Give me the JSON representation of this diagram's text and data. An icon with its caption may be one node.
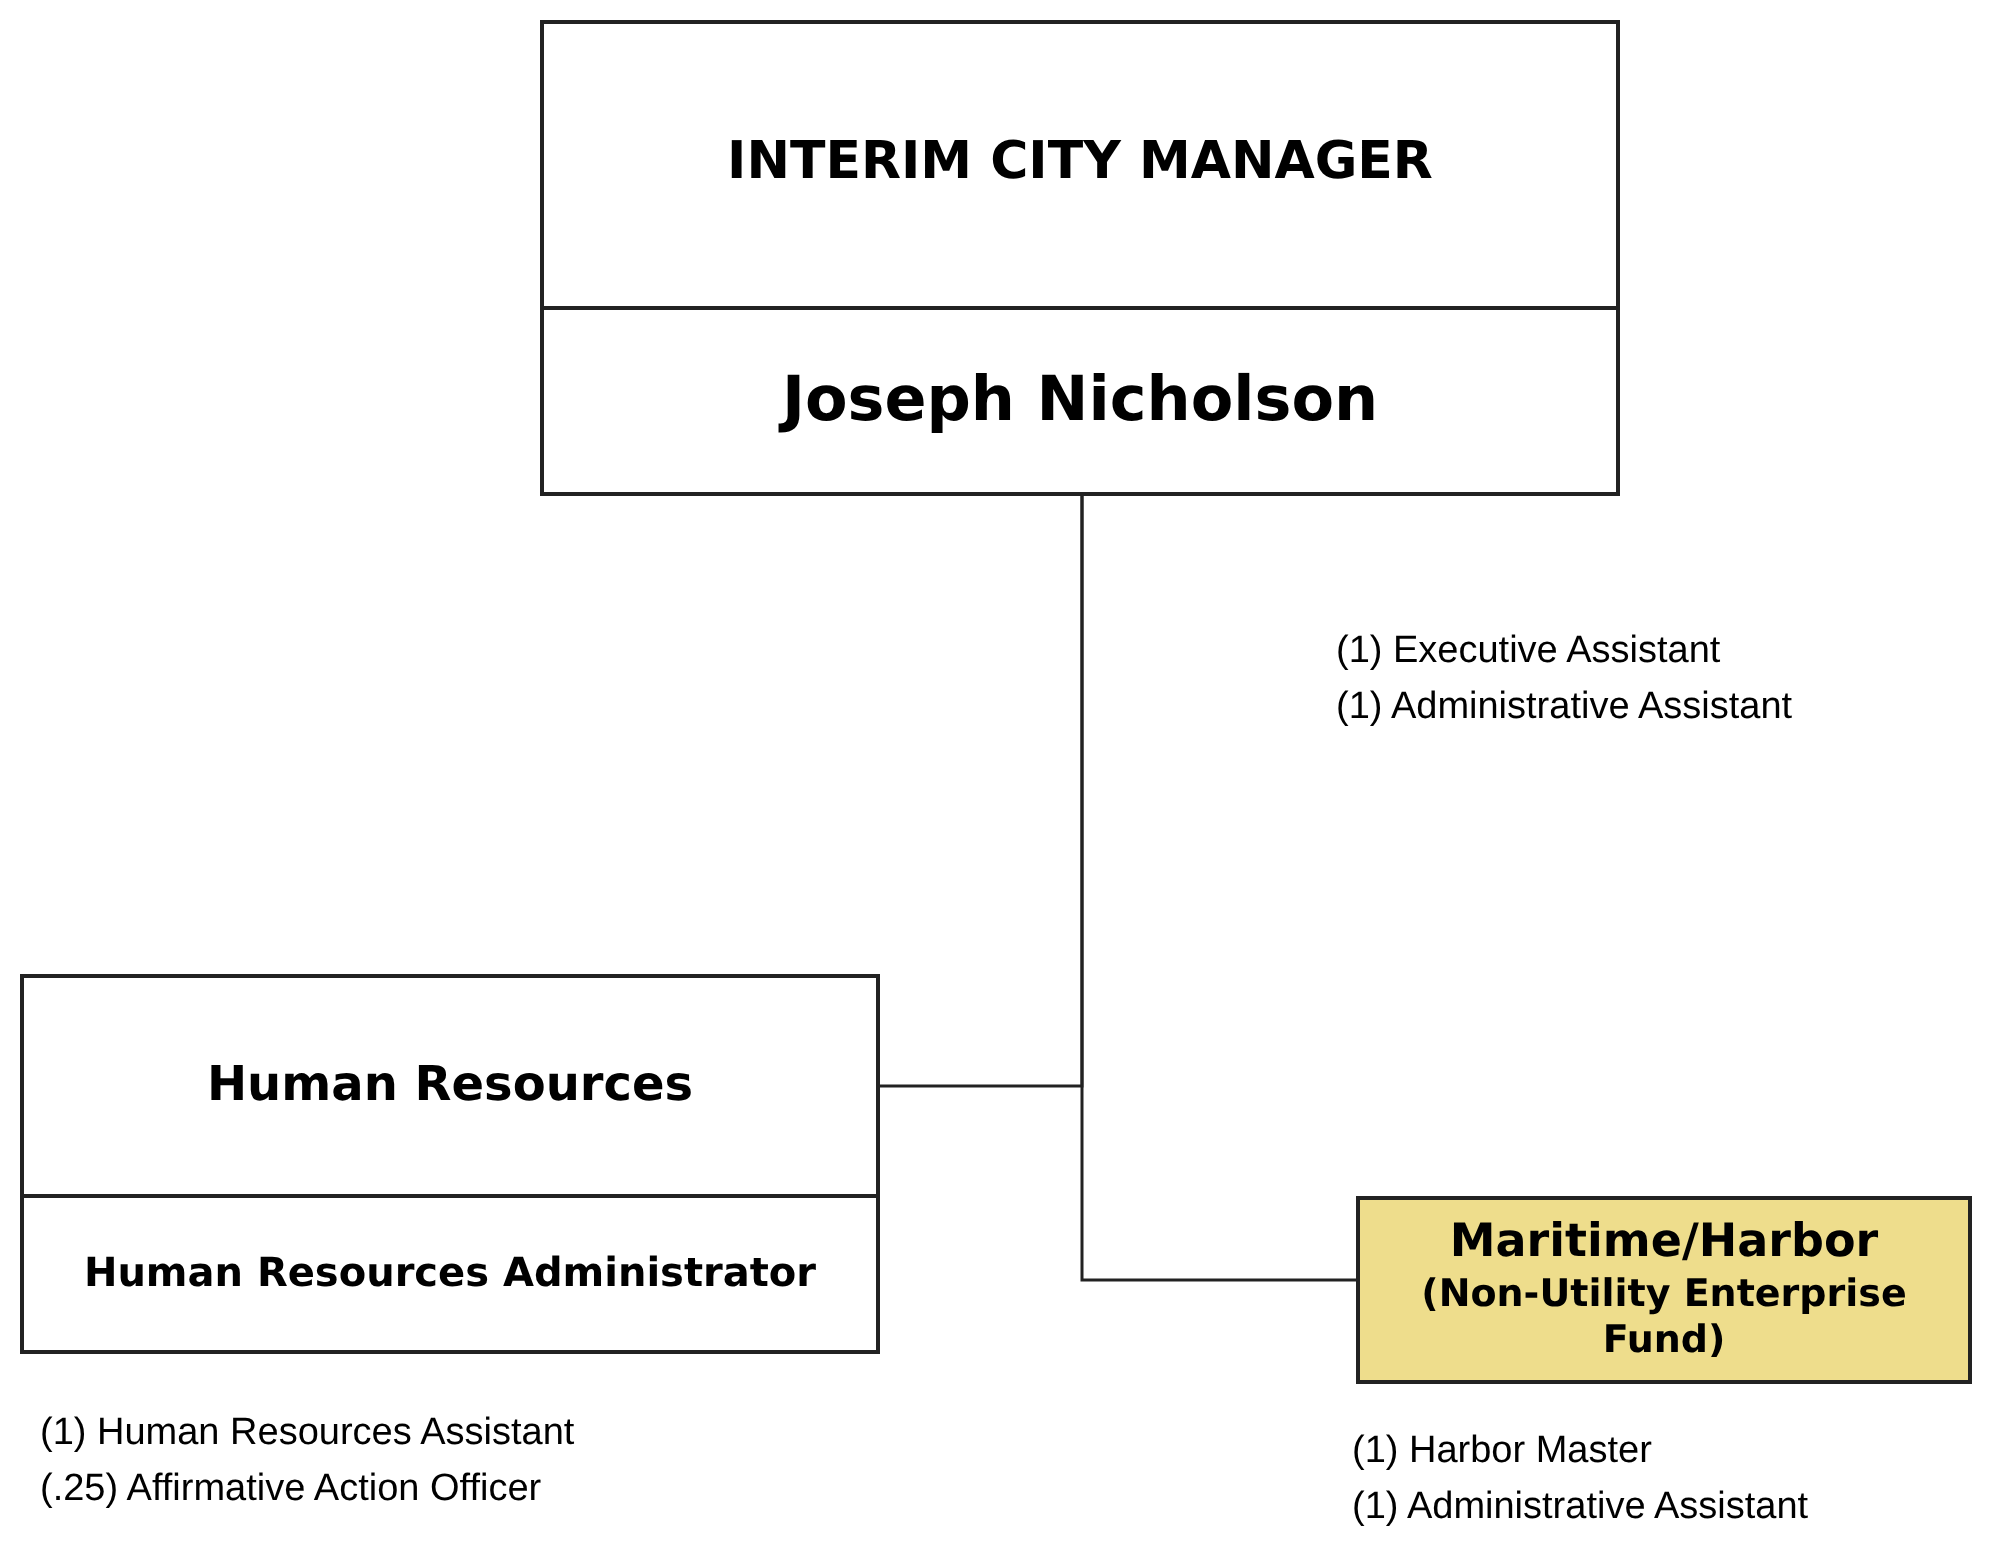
{
  "diagram": {
    "nodes": [
      {
        "text": [
          "INTERIM CITY MANAGER",
          "Joseph Nicholson"
        ],
        "beside": [
          "(1) Executive Assistant",
          "(1) Administrative Assistant"
        ]
      },
      {
        "text": [
          "Human Resources",
          "Human Resources Administrator"
        ],
        "beside": [
          "(1) Human Resources Assistant",
          "(.25) Affirmative Action Officer"
        ]
      },
      {
        "text": [
          "Maritime/Harbor",
          "(Non-Utility Enterprise Fund)"
        ],
        "beside": [
          "(1) Harbor Master",
          "(1) Administrative Assistant"
        ]
      }
    ],
    "edges": [
      {
        "from": 0,
        "to": 1,
        "arrow": "none"
      },
      {
        "from": 0,
        "to": 2,
        "arrow": "none"
      }
    ]
  }
}
